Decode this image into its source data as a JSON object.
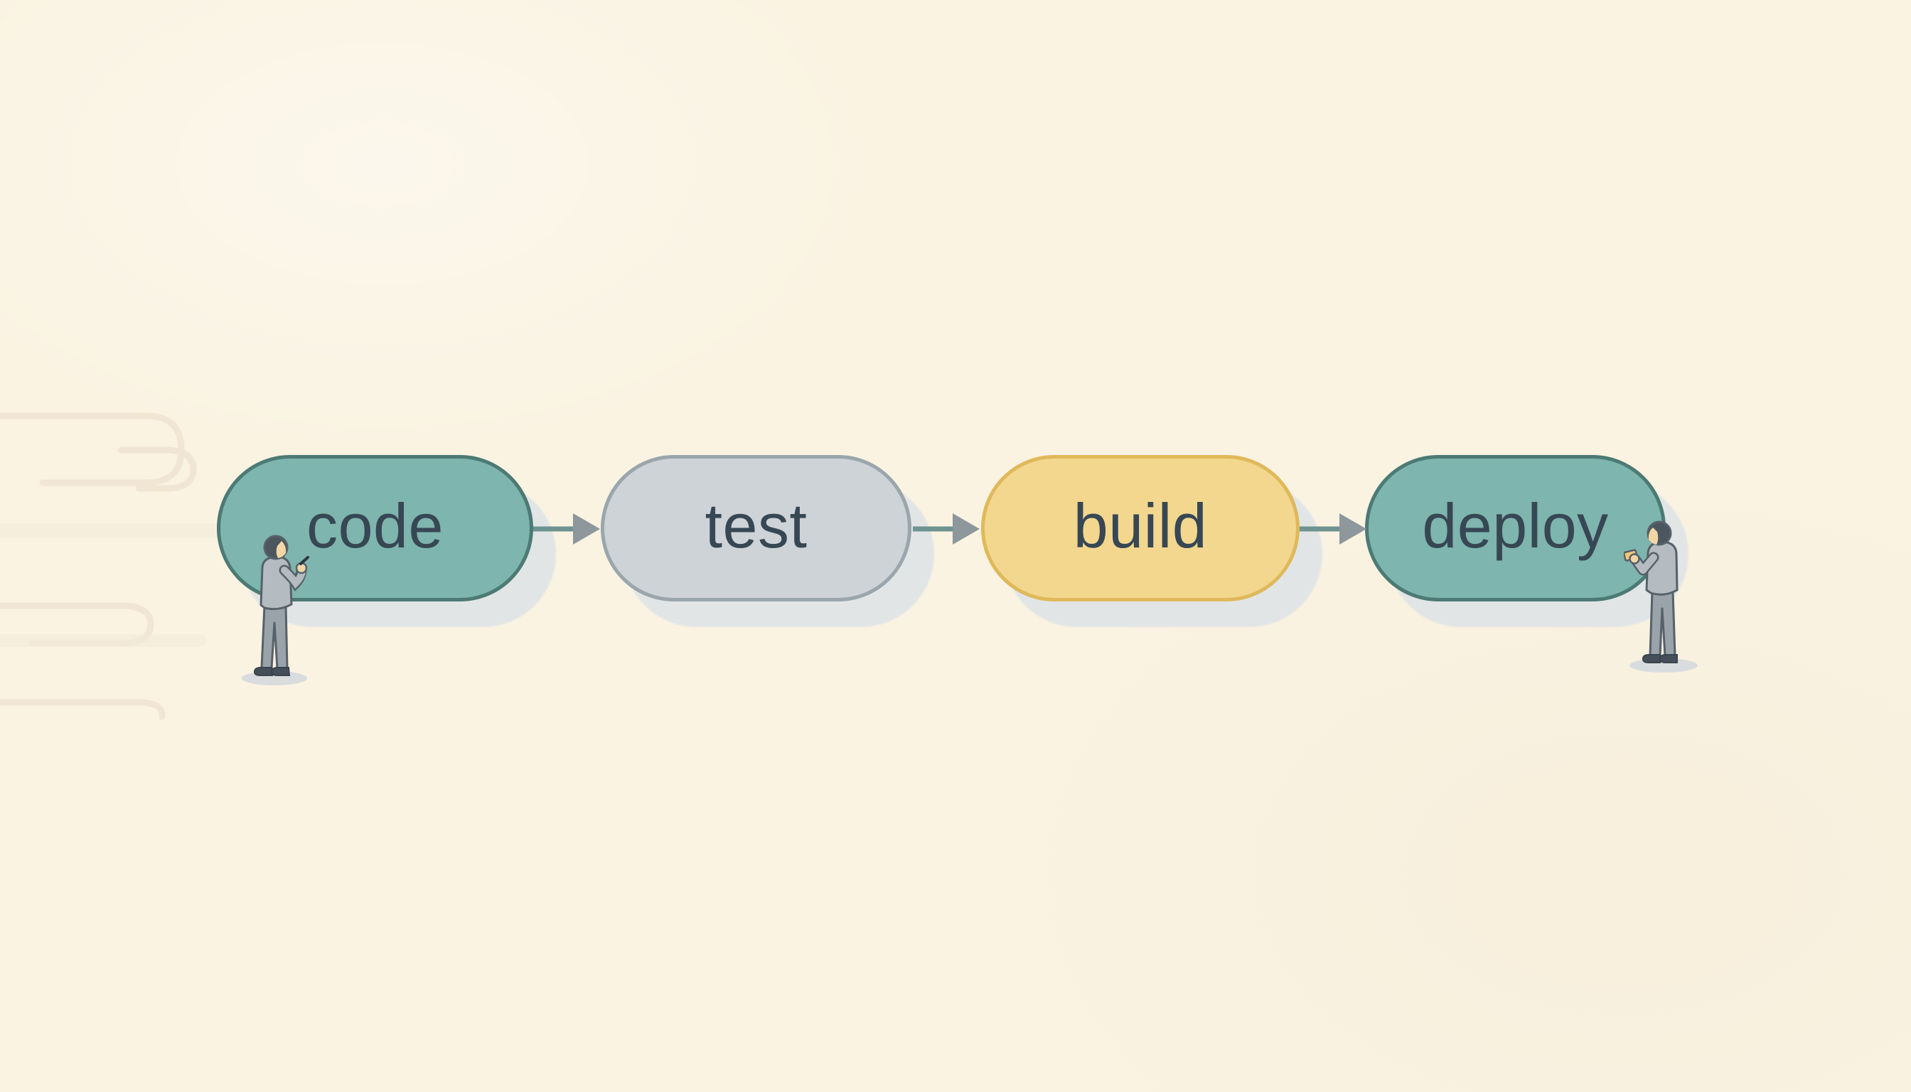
{
  "diagram": {
    "type": "pipeline-flow",
    "background_color": "#faf3e2",
    "label_color": "#374754",
    "shadow_color": "#e1e5e6",
    "arrow": {
      "line_color": "#6e9390",
      "head_color": "#8d979c"
    },
    "decoration": {
      "cloud_color": "#f1e6d3"
    },
    "nodes": [
      {
        "id": "code",
        "label": "code",
        "fill": "#7eb5ae",
        "border": "#4c7a74"
      },
      {
        "id": "test",
        "label": "test",
        "fill": "#cdd3d6",
        "border": "#9aa6ab"
      },
      {
        "id": "build",
        "label": "build",
        "fill": "#f3d78f",
        "border": "#dfb95a"
      },
      {
        "id": "deploy",
        "label": "deploy",
        "fill": "#7eb5ae",
        "border": "#4c7a74"
      }
    ],
    "figures": [
      {
        "id": "figure-left",
        "pose": "writing-on-code-node"
      },
      {
        "id": "figure-right",
        "pose": "holding-notepad-at-deploy-node"
      }
    ]
  }
}
